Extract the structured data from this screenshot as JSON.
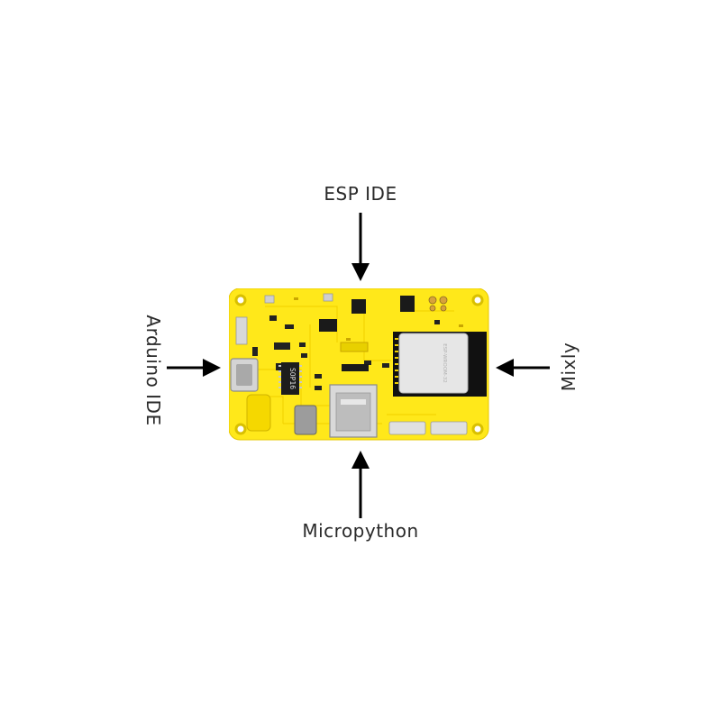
{
  "labels": {
    "top": "ESP  IDE",
    "bottom": "Micropython",
    "left": "Arduino IDE",
    "right": "Mixly"
  },
  "board": {
    "chip_label": "SOP16",
    "module_label": "ESP-WROOM-32",
    "pcb_color": "#FFE81A",
    "module_color": "#111111",
    "shield_color": "#E6E6E6"
  }
}
